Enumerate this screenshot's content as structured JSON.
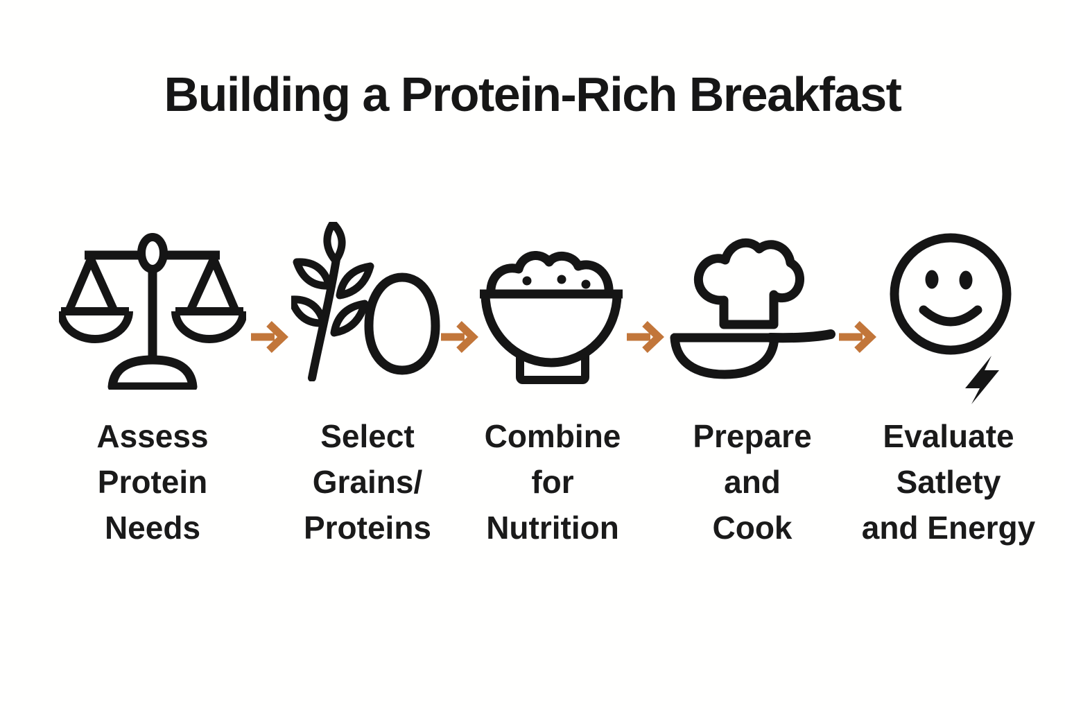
{
  "title": "Building a Protein-Rich Breakfast",
  "colors": {
    "background": "#fffffe",
    "icon": "#151515",
    "arrow": "#c2763a",
    "text": "#1a1a1a"
  },
  "steps": [
    {
      "name": "assess-protein-needs",
      "icon": "balance-scale-icon",
      "lines": [
        "Assess",
        "Protein",
        "Needs"
      ]
    },
    {
      "name": "select-grains-proteins",
      "icon": "wheat-and-egg-icon",
      "lines": [
        "Select",
        "Grains/",
        "Proteins"
      ]
    },
    {
      "name": "combine-for-nutrition",
      "icon": "food-bowl-icon",
      "lines": [
        "Combine",
        "for",
        "Nutrition"
      ]
    },
    {
      "name": "prepare-and-cook",
      "icon": "chef-hat-pan-icon",
      "lines": [
        "Prepare",
        "and",
        "Cook"
      ]
    },
    {
      "name": "evaluate-satiety-energy",
      "icon": "smiley-energy-icon",
      "lines": [
        "Evaluate",
        "Satlety",
        "and Energy"
      ]
    }
  ]
}
